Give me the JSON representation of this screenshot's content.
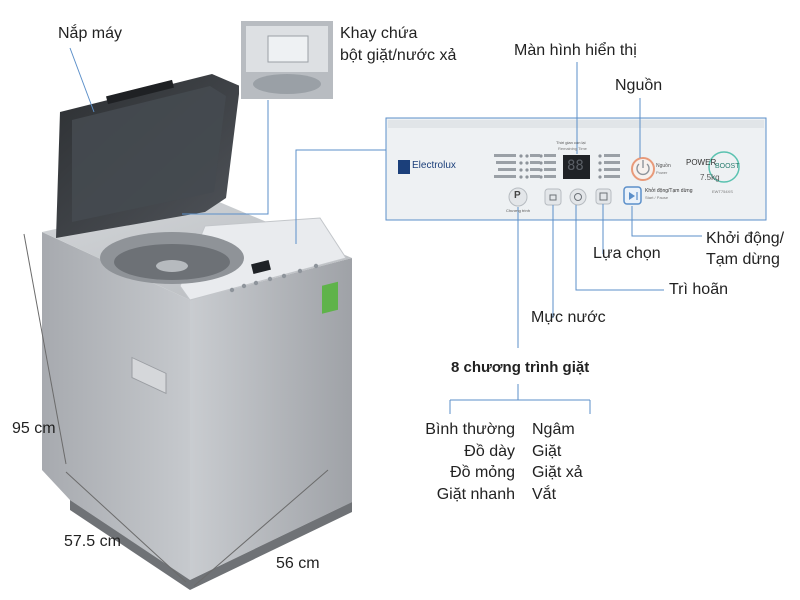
{
  "labels": {
    "lid": "Nắp máy",
    "tray_line1": "Khay chứa",
    "tray_line2": "bột giặt/nước xả",
    "display": "Màn hình hiển thị",
    "power": "Nguồn",
    "start_line1": "Khởi động/",
    "start_line2": "Tạm dừng",
    "options": "Lựa chọn",
    "delay": "Trì hoãn",
    "water_level": "Mực nước",
    "programs_title": "8 chương trình giặt"
  },
  "programs_left": [
    "Bình thường",
    "Đồ dày",
    "Đồ mỏng",
    "Giặt nhanh"
  ],
  "programs_right": [
    "Ngâm",
    "Giặt",
    "Giặt xả",
    "Vắt"
  ],
  "dimensions": {
    "height": "95 cm",
    "depth": "57.5 cm",
    "width": "56 cm"
  },
  "panel": {
    "brand": "Electrolux",
    "power_boost_line1": "POWER",
    "power_boost_line2": "BOOST",
    "capacity": "7.5kg",
    "model": "EWT754XS",
    "display_caption": "Thời gian còn lại",
    "display_caption_en": "Remaining Time",
    "display_value": "88",
    "power_btn": "Nguồn",
    "power_btn_en": "Power",
    "start_btn": "Khởi động/Tạm dừng",
    "start_btn_en": "Start / Pause",
    "program_btn": "Chương trình",
    "program_glyph": "P"
  },
  "colors": {
    "body": "#b9bcc0",
    "lid": "#3a3d40",
    "panel_bg": "#eef1f3",
    "line": "#5b8fc9",
    "power_ring": "#e89a7a"
  }
}
